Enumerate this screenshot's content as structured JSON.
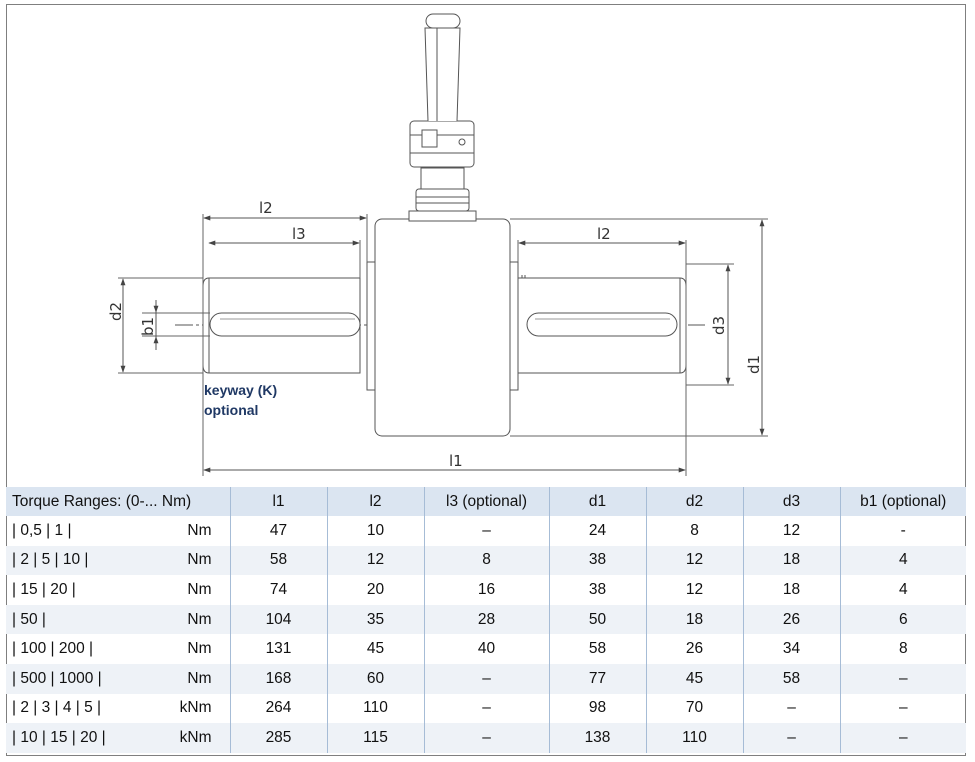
{
  "drawing": {
    "dimensions": {
      "l1": "l1",
      "l2_left": "l2",
      "l3": "l3",
      "l2_right": "l2",
      "d1": "d1",
      "d2": "d2",
      "d3": "d3",
      "b1": "b1"
    },
    "keyway_line1": "keyway (K)",
    "keyway_line2": "optional"
  },
  "table": {
    "headers": [
      "Torque Ranges:   (0-... Nm)",
      "l1",
      "l2",
      "l3 (optional)",
      "d1",
      "d2",
      "d3",
      "b1 (optional)"
    ],
    "rows": [
      {
        "range": "| 0,5 | 1 |",
        "unit": "Nm",
        "l1": "47",
        "l2": "10",
        "l3": "–",
        "d1": "24",
        "d2": "8",
        "d3": "12",
        "b1": "-"
      },
      {
        "range": "| 2 | 5 | 10 |",
        "unit": "Nm",
        "l1": "58",
        "l2": "12",
        "l3": "8",
        "d1": "38",
        "d2": "12",
        "d3": "18",
        "b1": "4"
      },
      {
        "range": "| 15 | 20 |",
        "unit": "Nm",
        "l1": "74",
        "l2": "20",
        "l3": "16",
        "d1": "38",
        "d2": "12",
        "d3": "18",
        "b1": "4"
      },
      {
        "range": "| 50 |",
        "unit": "Nm",
        "l1": "104",
        "l2": "35",
        "l3": "28",
        "d1": "50",
        "d2": "18",
        "d3": "26",
        "b1": "6"
      },
      {
        "range": "| 100 | 200 |",
        "unit": "Nm",
        "l1": "131",
        "l2": "45",
        "l3": "40",
        "d1": "58",
        "d2": "26",
        "d3": "34",
        "b1": "8"
      },
      {
        "range": "| 500 | 1000 |",
        "unit": "Nm",
        "l1": "168",
        "l2": "60",
        "l3": "–",
        "d1": "77",
        "d2": "45",
        "d3": "58",
        "b1": "–"
      },
      {
        "range": "| 2 | 3 | 4 | 5  |",
        "unit": "kNm",
        "l1": "264",
        "l2": "110",
        "l3": "–",
        "d1": "98",
        "d2": "70",
        "d3": "–",
        "b1": "–"
      },
      {
        "range": "| 10 | 15 | 20 |",
        "unit": "kNm",
        "l1": "285",
        "l2": "115",
        "l3": "–",
        "d1": "138",
        "d2": "110",
        "d3": "–",
        "b1": "–"
      }
    ]
  }
}
